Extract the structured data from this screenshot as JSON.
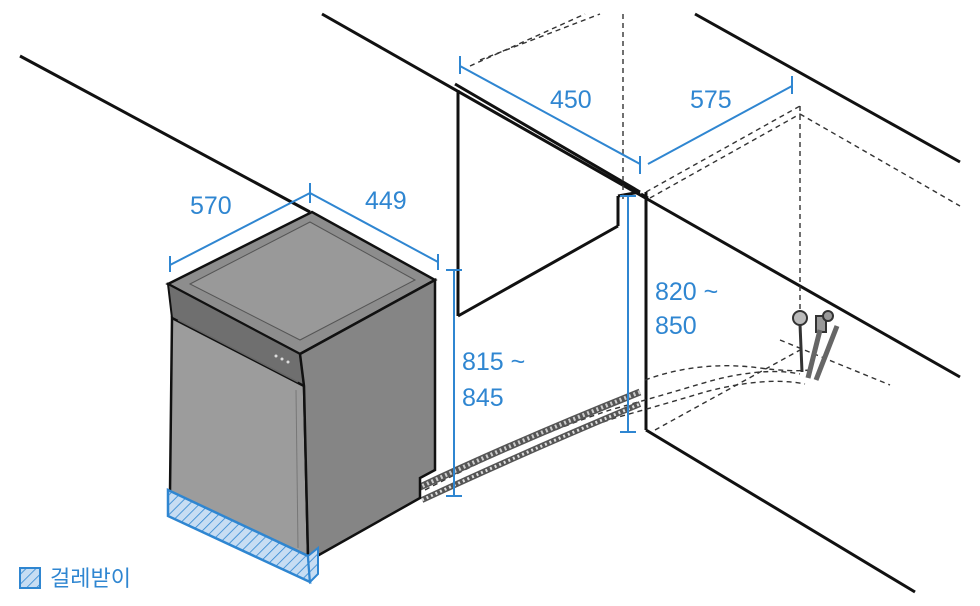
{
  "dimensions": {
    "dishwasher_width": "449",
    "dishwasher_depth": "570",
    "opening_width": "450",
    "opening_depth": "575",
    "dishwasher_height_line1": "815 ~",
    "dishwasher_height_line2": "845",
    "opening_height_line1": "820 ~",
    "opening_height_line2": "850"
  },
  "legend": {
    "label": "걸레받이"
  },
  "colors": {
    "dimension_blue": "#2f86d1",
    "outline": "#111111",
    "appliance_body": "#9c9c9c",
    "appliance_top": "#8d8d8d",
    "plinth_fill": "#c7ddf3"
  }
}
